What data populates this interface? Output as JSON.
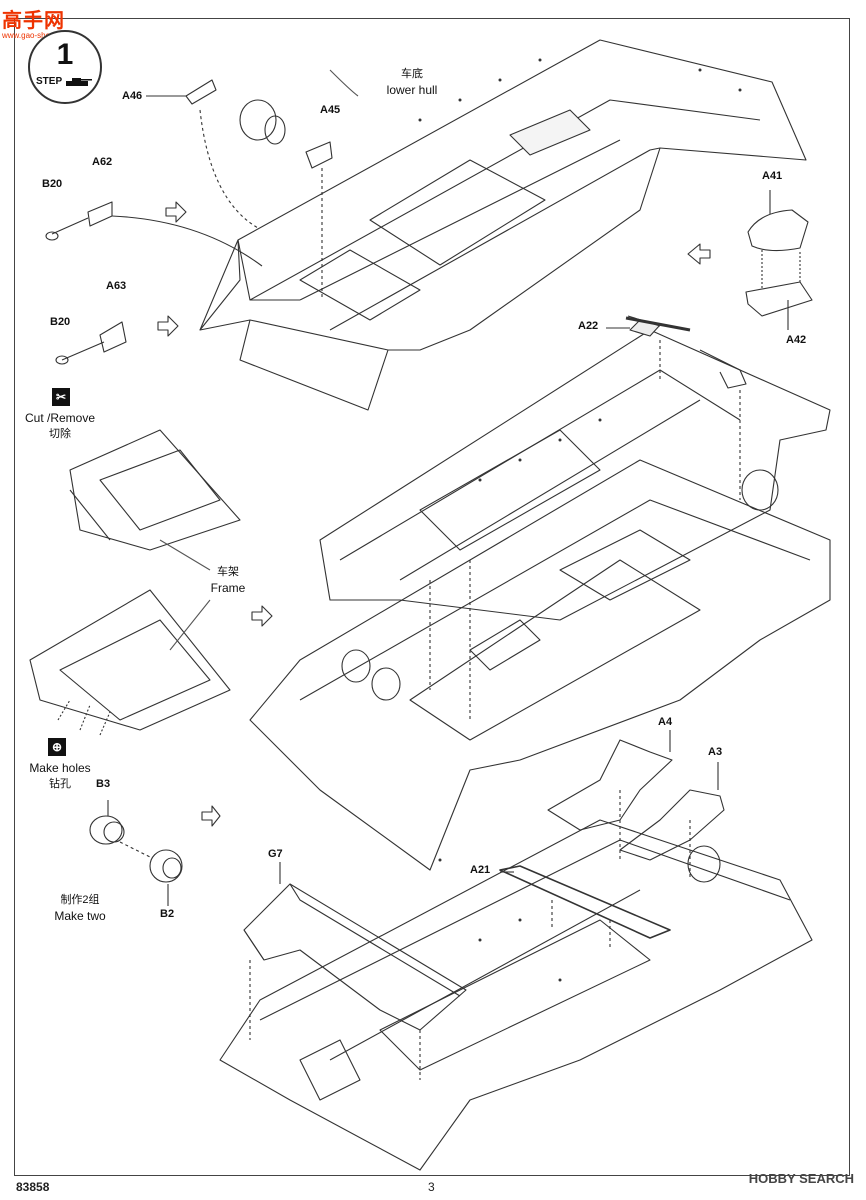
{
  "watermark": {
    "title": "高手网",
    "sub": "www.gao-shou.com"
  },
  "step": {
    "number": "1",
    "label": "STEP"
  },
  "labels": {
    "lower_hull_cn": "车底",
    "lower_hull_en": "lower hull",
    "frame_cn": "车架",
    "frame_en": "Frame",
    "cut_remove_en": "Cut /Remove",
    "cut_remove_cn": "切除",
    "make_holes_en": "Make holes",
    "make_holes_cn": "钻孔",
    "make_two_cn": "制作2组",
    "make_two_en": "Make two"
  },
  "parts": {
    "A46": "A46",
    "A45": "A45",
    "A62": "A62",
    "B20a": "B20",
    "A63": "A63",
    "B20b": "B20",
    "A41": "A41",
    "A42": "A42",
    "A22": "A22",
    "B3": "B3",
    "B2": "B2",
    "A4": "A4",
    "A3": "A3",
    "A21": "A21",
    "G7": "G7"
  },
  "footer": {
    "kit_number": "83858",
    "page_number": "3",
    "brand": "HOBBY SEARCH"
  },
  "icons": {
    "cut": "cut-icon",
    "drill": "drill-icon",
    "step_tank": "tank-icon"
  }
}
